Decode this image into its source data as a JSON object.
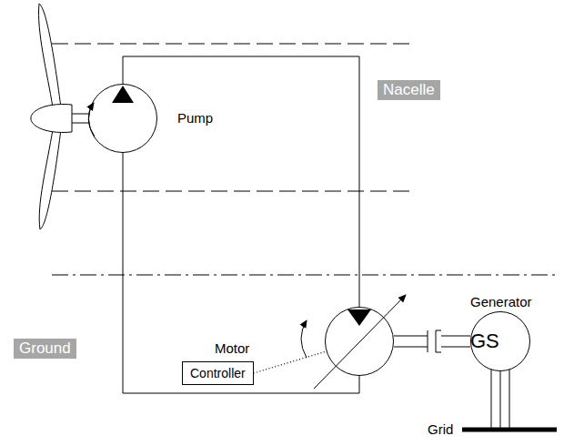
{
  "diagram": {
    "nodes": [
      {
        "text": [
          "Pump"
        ]
      },
      {
        "text": [
          "Nacelle"
        ]
      },
      {
        "text": [
          "Generator",
          "GS"
        ]
      },
      {
        "text": [
          "Ground"
        ]
      },
      {
        "text": [
          "Motor"
        ]
      },
      {
        "text": [
          "Controller"
        ]
      }
    ],
    "edges": [
      {
        "from": 0,
        "to": 4,
        "arrow": "none"
      },
      {
        "from": 0,
        "to": 4,
        "arrow": "none"
      },
      {
        "from": 5,
        "to": 4,
        "arrow": "none"
      },
      {
        "from": 4,
        "to": 2,
        "arrow": "none"
      }
    ],
    "labels": [
      "Grid"
    ]
  }
}
